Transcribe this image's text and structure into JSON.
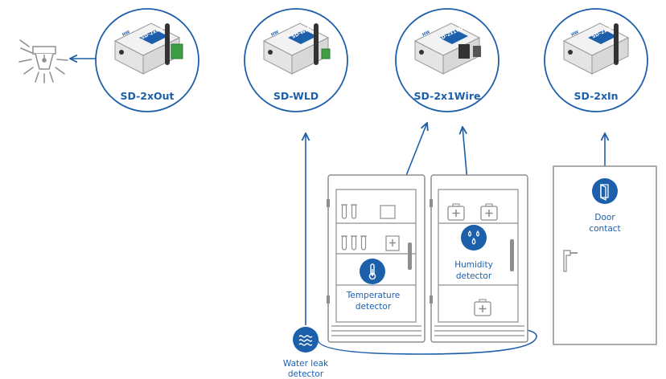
{
  "colors": {
    "accent": "#1c5fab",
    "outline": "#8e8e8e",
    "light": "#d9d9d9"
  },
  "devices": [
    {
      "label": "SD-2xOut",
      "brand": "SD-2xOut",
      "maker": "HW"
    },
    {
      "label": "SD-WLD",
      "brand": "SD-WLD",
      "maker": "HW"
    },
    {
      "label": "SD-2x1Wire",
      "brand": "SD-2x1Wire",
      "maker": "HW"
    },
    {
      "label": "SD-2xIn",
      "brand": "SD-2xIn",
      "maker": "HW"
    }
  ],
  "detectors": {
    "temperature": {
      "line1": "Temperature",
      "line2": "detector",
      "icon": "thermometer-icon"
    },
    "humidity": {
      "line1": "Humidity",
      "line2": "detector",
      "icon": "water-drops-icon"
    },
    "water_leak": {
      "line1": "Water leak",
      "line2": "detector",
      "icon": "water-waves-icon"
    },
    "door": {
      "line1": "Door",
      "line2": "contact",
      "icon": "door-icon"
    }
  }
}
